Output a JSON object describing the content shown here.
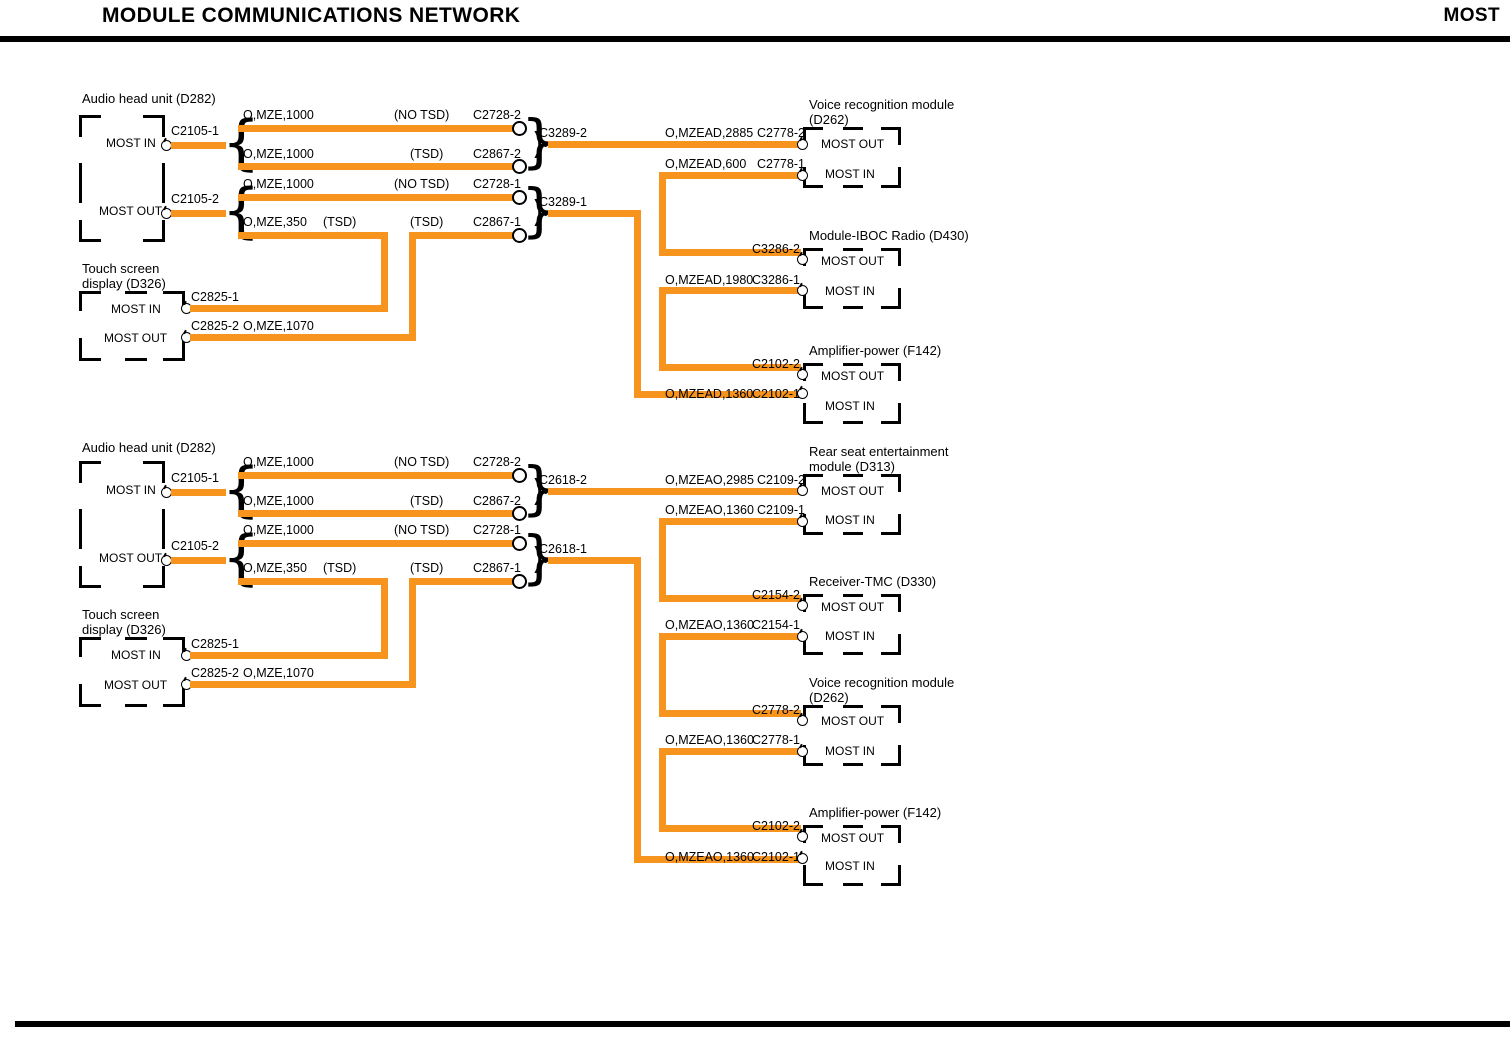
{
  "header": {
    "title": "Module communications network",
    "right_label": "MOST"
  },
  "common": {
    "most_in": "MOST IN",
    "most_out": "MOST OUT",
    "no_tsd": "(NO TSD)",
    "tsd": "(TSD)",
    "accent_color": "#F7941E",
    "line_color": "#000000"
  },
  "sections": [
    {
      "id": "section-top",
      "left_modules": [
        {
          "name": "audio-head-unit-top",
          "title": "Audio head unit (D282)",
          "ports": [
            {
              "label": "MOST IN",
              "connector": "C2105-1"
            },
            {
              "label": "MOST OUT",
              "connector": "C2105-2"
            }
          ]
        },
        {
          "name": "touch-screen-display-top",
          "title": "Touch screen display (D326)",
          "ports": [
            {
              "label": "MOST IN",
              "connector": "C2825-1"
            },
            {
              "label": "MOST OUT",
              "connector": "C2825-2",
              "wire": "O,MZE,1070"
            }
          ]
        }
      ],
      "wire_labels": [
        {
          "wire": "O,MZE,1000",
          "tsd": "(NO TSD)",
          "connector": "C2728-2"
        },
        {
          "wire": "O,MZE,1000",
          "tsd": "(TSD)",
          "connector": "C2867-2"
        },
        {
          "wire": "O,MZE,1000",
          "tsd": "(NO TSD)",
          "connector": "C2728-1"
        },
        {
          "wire": "O,MZE,350",
          "tsd": "(TSD)",
          "tsd2": "(TSD)",
          "connector": "C2867-1"
        }
      ],
      "inline_connectors": [
        "C3289-2",
        "C3289-1"
      ],
      "right_modules": [
        {
          "name": "voice-recognition-module-top",
          "title": "Voice recognition module (D262)",
          "ports": [
            {
              "label": "MOST OUT",
              "wire": "O,MZEAD,2885",
              "connector": "C2778-2"
            },
            {
              "label": "MOST IN",
              "wire": "O,MZEAD,600",
              "connector": "C2778-1"
            }
          ]
        },
        {
          "name": "module-iboc-radio-top",
          "title": "Module-IBOC Radio (D430)",
          "ports": [
            {
              "label": "MOST OUT",
              "wire": "",
              "connector": "C3286-2"
            },
            {
              "label": "MOST IN",
              "wire": "O,MZEAD,1980",
              "connector": "C3286-1"
            }
          ]
        },
        {
          "name": "amplifier-power-top",
          "title": "Amplifier-power (F142)",
          "ports": [
            {
              "label": "MOST OUT",
              "wire": "",
              "connector": "C2102-2"
            },
            {
              "label": "MOST IN",
              "wire": "O,MZEAD,1360",
              "connector": "C2102-1"
            }
          ]
        }
      ]
    },
    {
      "id": "section-bottom",
      "left_modules": [
        {
          "name": "audio-head-unit-bottom",
          "title": "Audio head unit (D282)",
          "ports": [
            {
              "label": "MOST IN",
              "connector": "C2105-1"
            },
            {
              "label": "MOST OUT",
              "connector": "C2105-2"
            }
          ]
        },
        {
          "name": "touch-screen-display-bottom",
          "title": "Touch screen display (D326)",
          "ports": [
            {
              "label": "MOST IN",
              "connector": "C2825-1"
            },
            {
              "label": "MOST OUT",
              "connector": "C2825-2",
              "wire": "O,MZE,1070"
            }
          ]
        }
      ],
      "wire_labels": [
        {
          "wire": "O,MZE,1000",
          "tsd": "(NO TSD)",
          "connector": "C2728-2"
        },
        {
          "wire": "O,MZE,1000",
          "tsd": "(TSD)",
          "connector": "C2867-2"
        },
        {
          "wire": "O,MZE,1000",
          "tsd": "(NO TSD)",
          "connector": "C2728-1"
        },
        {
          "wire": "O,MZE,350",
          "tsd": "(TSD)",
          "tsd2": "(TSD)",
          "connector": "C2867-1"
        }
      ],
      "inline_connectors": [
        "C2618-2",
        "C2618-1"
      ],
      "right_modules": [
        {
          "name": "rear-seat-entertainment-module",
          "title": "Rear seat entertainment module (D313)",
          "ports": [
            {
              "label": "MOST OUT",
              "wire": "O,MZEAO,2985",
              "connector": "C2109-2"
            },
            {
              "label": "MOST IN",
              "wire": "O,MZEAO,1360",
              "connector": "C2109-1"
            }
          ]
        },
        {
          "name": "receiver-tmc",
          "title": "Receiver-TMC (D330)",
          "ports": [
            {
              "label": "MOST OUT",
              "wire": "",
              "connector": "C2154-2"
            },
            {
              "label": "MOST IN",
              "wire": "O,MZEAO,1360",
              "connector": "C2154-1"
            }
          ]
        },
        {
          "name": "voice-recognition-module-bottom",
          "title": "Voice recognition module (D262)",
          "ports": [
            {
              "label": "MOST OUT",
              "wire": "",
              "connector": "C2778-2"
            },
            {
              "label": "MOST IN",
              "wire": "O,MZEAO,1360",
              "connector": "C2778-1"
            }
          ]
        },
        {
          "name": "amplifier-power-bottom",
          "title": "Amplifier-power (F142)",
          "ports": [
            {
              "label": "MOST OUT",
              "wire": "",
              "connector": "C2102-2"
            },
            {
              "label": "MOST IN",
              "wire": "O,MZEAO,1360",
              "connector": "C2102-1"
            }
          ]
        }
      ]
    }
  ]
}
